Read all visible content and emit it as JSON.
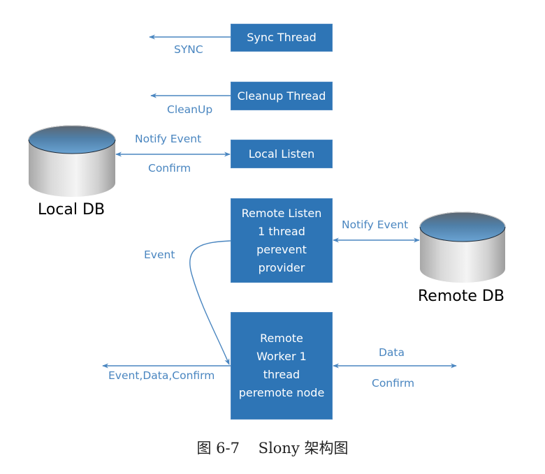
{
  "diagram": {
    "colors": {
      "box_fill": "#2e75b6",
      "connector": "#4a86c0",
      "label": "#4a86c0"
    },
    "boxes": {
      "sync_thread": "Sync Thread",
      "cleanup_thread": "Cleanup Thread",
      "local_listen": "Local Listen",
      "remote_listen": "Remote Listen\n1 thread\nperevent\nprovider",
      "remote_worker": "Remote\nWorker 1\nthread\nperemote node"
    },
    "databases": {
      "local": "Local DB",
      "remote": "Remote DB"
    },
    "edge_labels": {
      "sync": "SYNC",
      "cleanup": "CleanUp",
      "local_notify": "Notify Event",
      "local_confirm": "Confirm",
      "remote_notify": "Notify Event",
      "event": "Event",
      "worker_left": "Event,Data,Confirm",
      "worker_data": "Data",
      "worker_confirm": "Confirm"
    },
    "caption": "图 6-7    Slony 架构图"
  }
}
